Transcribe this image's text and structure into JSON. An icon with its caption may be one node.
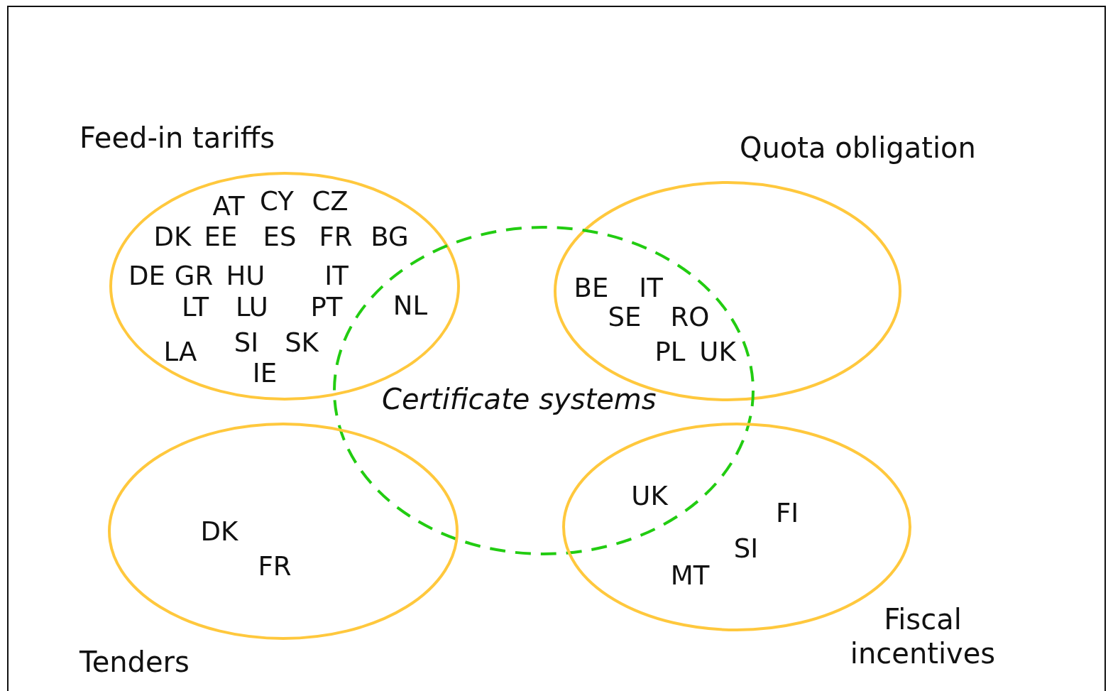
{
  "diagram": {
    "nodes": [
      {
        "text": [
          "Feed-in tariffs"
        ]
      },
      {
        "text": [
          "Quota obligation"
        ]
      },
      {
        "text": [
          "Certificate systems"
        ]
      },
      {
        "text": [
          "Tenders"
        ]
      },
      {
        "text": [
          "Fiscal incentives"
        ]
      }
    ],
    "labels": [
      "AT",
      "CY",
      "CZ",
      "DK",
      "EE",
      "ES",
      "FR",
      "BG",
      "DE",
      "GR",
      "HU",
      "IT",
      "BE",
      "IT",
      "LT",
      "LU",
      "PT",
      "NL",
      "SE",
      "RO",
      "SI",
      "SK",
      "LA",
      "PL",
      "UK",
      "IE",
      "UK",
      "FI",
      "DK",
      "SI",
      "FR",
      "MT"
    ]
  }
}
